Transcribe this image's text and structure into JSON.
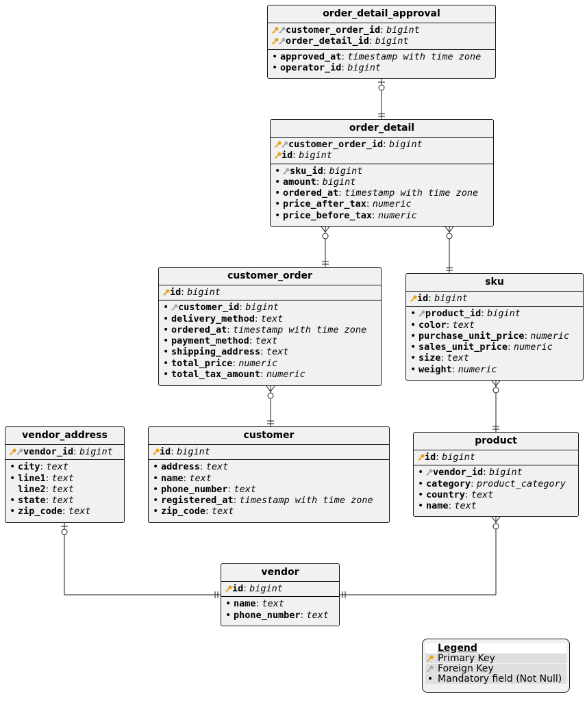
{
  "colors": {
    "primary_key": "#e8a317",
    "foreign_key": "#a8a8a8",
    "entity_bg": "#f1f1f1",
    "border": "#181818"
  },
  "entities": {
    "order_detail_approval": {
      "name": "order_detail_approval",
      "keys": [
        {
          "pk": true,
          "fk": true,
          "name": "customer_order_id",
          "type": "bigint"
        },
        {
          "pk": true,
          "fk": true,
          "name": "order_detail_id",
          "type": "bigint"
        }
      ],
      "attrs": [
        {
          "mandatory": true,
          "fk": false,
          "name": "approved_at",
          "type": "timestamp with time zone"
        },
        {
          "mandatory": true,
          "fk": false,
          "name": "operator_id",
          "type": "bigint"
        }
      ]
    },
    "order_detail": {
      "name": "order_detail",
      "keys": [
        {
          "pk": true,
          "fk": true,
          "name": "customer_order_id",
          "type": "bigint"
        },
        {
          "pk": true,
          "fk": false,
          "name": "id",
          "type": "bigint"
        }
      ],
      "attrs": [
        {
          "mandatory": true,
          "fk": true,
          "name": "sku_id",
          "type": "bigint"
        },
        {
          "mandatory": true,
          "fk": false,
          "name": "amount",
          "type": "bigint"
        },
        {
          "mandatory": true,
          "fk": false,
          "name": "ordered_at",
          "type": "timestamp with time zone"
        },
        {
          "mandatory": true,
          "fk": false,
          "name": "price_after_tax",
          "type": "numeric"
        },
        {
          "mandatory": true,
          "fk": false,
          "name": "price_before_tax",
          "type": "numeric"
        }
      ]
    },
    "customer_order": {
      "name": "customer_order",
      "keys": [
        {
          "pk": true,
          "fk": false,
          "name": "id",
          "type": "bigint"
        }
      ],
      "attrs": [
        {
          "mandatory": true,
          "fk": true,
          "name": "customer_id",
          "type": "bigint"
        },
        {
          "mandatory": true,
          "fk": false,
          "name": "delivery_method",
          "type": "text"
        },
        {
          "mandatory": true,
          "fk": false,
          "name": "ordered_at",
          "type": "timestamp with time zone"
        },
        {
          "mandatory": true,
          "fk": false,
          "name": "payment_method",
          "type": "text"
        },
        {
          "mandatory": true,
          "fk": false,
          "name": "shipping_address",
          "type": "text"
        },
        {
          "mandatory": true,
          "fk": false,
          "name": "total_price",
          "type": "numeric"
        },
        {
          "mandatory": true,
          "fk": false,
          "name": "total_tax_amount",
          "type": "numeric"
        }
      ]
    },
    "sku": {
      "name": "sku",
      "keys": [
        {
          "pk": true,
          "fk": false,
          "name": "id",
          "type": "bigint"
        }
      ],
      "attrs": [
        {
          "mandatory": true,
          "fk": true,
          "name": "product_id",
          "type": "bigint"
        },
        {
          "mandatory": true,
          "fk": false,
          "name": "color",
          "type": "text"
        },
        {
          "mandatory": true,
          "fk": false,
          "name": "purchase_unit_price",
          "type": "numeric"
        },
        {
          "mandatory": true,
          "fk": false,
          "name": "sales_unit_price",
          "type": "numeric"
        },
        {
          "mandatory": true,
          "fk": false,
          "name": "size",
          "type": "text"
        },
        {
          "mandatory": true,
          "fk": false,
          "name": "weight",
          "type": "numeric"
        }
      ]
    },
    "vendor_address": {
      "name": "vendor_address",
      "keys": [
        {
          "pk": true,
          "fk": true,
          "name": "vendor_id",
          "type": "bigint"
        }
      ],
      "attrs": [
        {
          "mandatory": true,
          "fk": false,
          "name": "city",
          "type": "text"
        },
        {
          "mandatory": true,
          "fk": false,
          "name": "line1",
          "type": "text"
        },
        {
          "mandatory": false,
          "fk": false,
          "name": "line2",
          "type": "text"
        },
        {
          "mandatory": true,
          "fk": false,
          "name": "state",
          "type": "text"
        },
        {
          "mandatory": true,
          "fk": false,
          "name": "zip_code",
          "type": "text"
        }
      ]
    },
    "customer": {
      "name": "customer",
      "keys": [
        {
          "pk": true,
          "fk": false,
          "name": "id",
          "type": "bigint"
        }
      ],
      "attrs": [
        {
          "mandatory": true,
          "fk": false,
          "name": "address",
          "type": "text"
        },
        {
          "mandatory": true,
          "fk": false,
          "name": "name",
          "type": "text"
        },
        {
          "mandatory": true,
          "fk": false,
          "name": "phone_number",
          "type": "text"
        },
        {
          "mandatory": true,
          "fk": false,
          "name": "registered_at",
          "type": "timestamp with time zone"
        },
        {
          "mandatory": true,
          "fk": false,
          "name": "zip_code",
          "type": "text"
        }
      ]
    },
    "product": {
      "name": "product",
      "keys": [
        {
          "pk": true,
          "fk": false,
          "name": "id",
          "type": "bigint"
        }
      ],
      "attrs": [
        {
          "mandatory": true,
          "fk": true,
          "name": "vendor_id",
          "type": "bigint"
        },
        {
          "mandatory": true,
          "fk": false,
          "name": "category",
          "type": "product_category"
        },
        {
          "mandatory": true,
          "fk": false,
          "name": "country",
          "type": "text"
        },
        {
          "mandatory": true,
          "fk": false,
          "name": "name",
          "type": "text"
        }
      ]
    },
    "vendor": {
      "name": "vendor",
      "keys": [
        {
          "pk": true,
          "fk": false,
          "name": "id",
          "type": "bigint"
        }
      ],
      "attrs": [
        {
          "mandatory": true,
          "fk": false,
          "name": "name",
          "type": "text"
        },
        {
          "mandatory": true,
          "fk": false,
          "name": "phone_number",
          "type": "text"
        }
      ]
    }
  },
  "relationships": [
    {
      "from": "order_detail_approval",
      "from_card": "zero-or-one",
      "to": "order_detail",
      "to_card": "exactly-one"
    },
    {
      "from": "order_detail",
      "from_card": "zero-or-many",
      "to": "customer_order",
      "to_card": "exactly-one"
    },
    {
      "from": "order_detail",
      "from_card": "zero-or-many",
      "to": "sku",
      "to_card": "exactly-one"
    },
    {
      "from": "customer_order",
      "from_card": "zero-or-many",
      "to": "customer",
      "to_card": "exactly-one"
    },
    {
      "from": "sku",
      "from_card": "zero-or-many",
      "to": "product",
      "to_card": "exactly-one"
    },
    {
      "from": "vendor_address",
      "from_card": "zero-or-one",
      "to": "vendor",
      "to_card": "exactly-one"
    },
    {
      "from": "product",
      "from_card": "zero-or-many",
      "to": "vendor",
      "to_card": "exactly-one"
    }
  ],
  "legend": {
    "title": "Legend",
    "items": [
      {
        "icon": "primary-key-icon",
        "label": "Primary Key"
      },
      {
        "icon": "foreign-key-icon",
        "label": "Foreign Key"
      },
      {
        "icon": "bullet-icon",
        "label": "Mandatory field (Not Null)"
      }
    ]
  }
}
